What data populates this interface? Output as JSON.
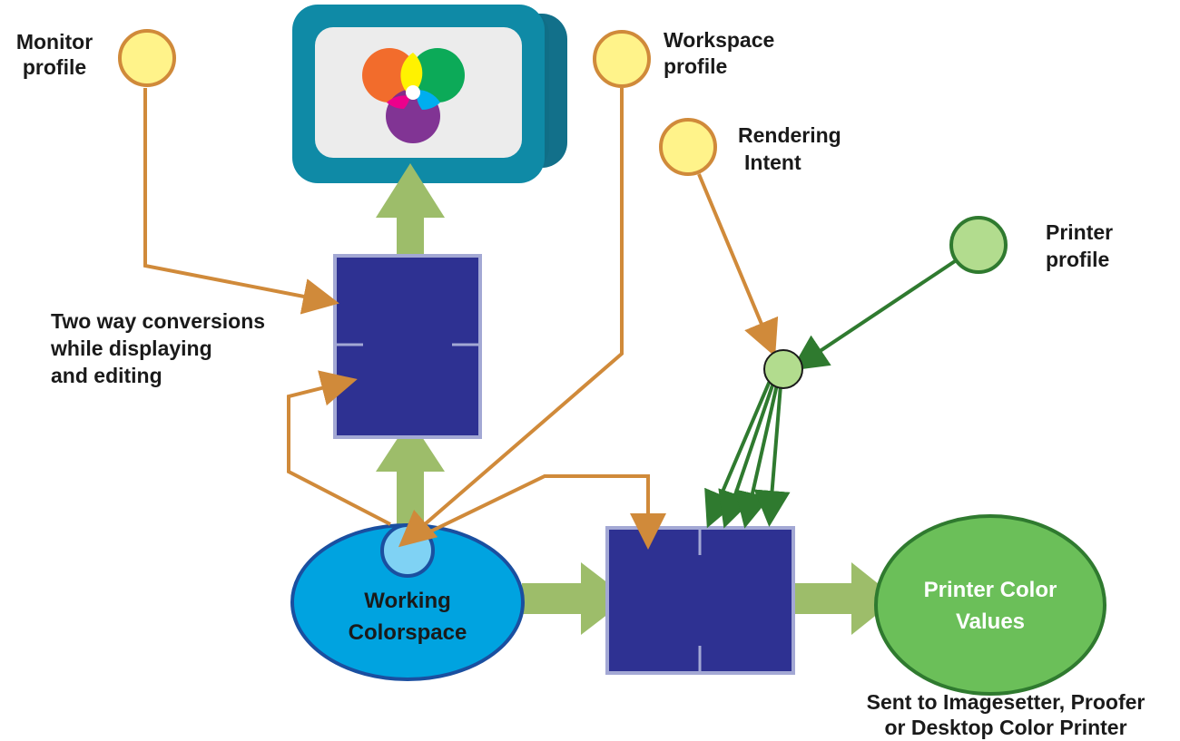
{
  "labels": {
    "monitor_profile": [
      "Monitor",
      "profile"
    ],
    "workspace_profile": [
      "Workspace",
      "profile"
    ],
    "rendering_intent": [
      "Rendering",
      "Intent"
    ],
    "printer_profile": [
      "Printer",
      "profile"
    ],
    "two_way": [
      "Two way conversions",
      "while displaying",
      "and editing"
    ],
    "working_colorspace": [
      "Working",
      "Colorspace"
    ],
    "printer_color_values": [
      "Printer Color",
      "Values"
    ],
    "sent_to": [
      "Sent to Imagesetter, Proofer",
      "or Desktop Color Printer"
    ]
  },
  "colors": {
    "profile_yellow": "#fff38a",
    "profile_orange_stroke": "#d08a3a",
    "printer_green_fill": "#b2dc8e",
    "printer_green_stroke": "#2f7a2f",
    "monitor_body": "#0f8aa6",
    "monitor_side": "#12708a",
    "monitor_screen": "#ececec",
    "transform_box": "#2e3192",
    "transform_border": "#a3a8d4",
    "green_arrow": "#9dbd6a",
    "working_ellipse": "#00a3e0",
    "working_stroke": "#1a4fa0",
    "working_dot": "#7fd2f4",
    "printer_ellipse": "#6bbf59",
    "printer_ellipse_stroke": "#2f7a2f"
  }
}
